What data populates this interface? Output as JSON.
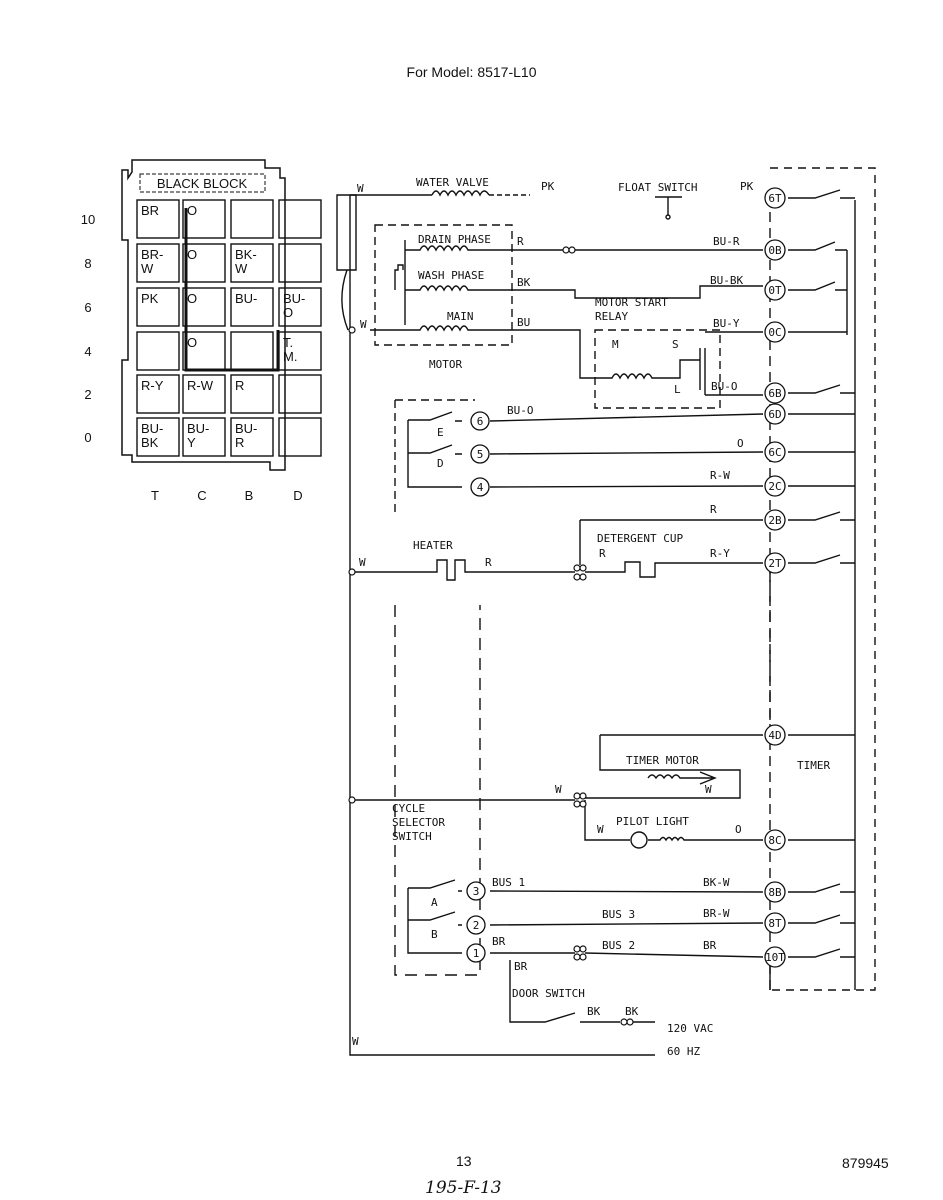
{
  "header": {
    "model_label": "For Model: 8517-L10"
  },
  "footer": {
    "page_number": "13",
    "doc_number": "879945",
    "handwritten": "195-F-13"
  },
  "black_block": {
    "title": "BLACK BLOCK",
    "row_labels": [
      "10",
      "8",
      "6",
      "4",
      "2",
      "0"
    ],
    "col_labels": [
      "T",
      "C",
      "B",
      "D"
    ],
    "cells": [
      [
        "BR",
        "O",
        "",
        ""
      ],
      [
        "BR-\nW",
        "O",
        "BK-\nW",
        ""
      ],
      [
        "PK",
        "O",
        "BU-",
        "BU-\nO"
      ],
      [
        "",
        "O",
        "",
        "T.\nM."
      ],
      [
        "R-Y",
        "R-W",
        "R",
        ""
      ],
      [
        "BU-\nBK",
        "BU-\nY",
        "BU-\nR",
        ""
      ]
    ]
  },
  "components": {
    "water_valve": "WATER VALVE",
    "float_switch": "FLOAT SWITCH",
    "drain_phase": "DRAIN PHASE",
    "wash_phase": "WASH PHASE",
    "main": "MAIN",
    "motor": "MOTOR",
    "motor_start_relay_1": "MOTOR START",
    "motor_start_relay_2": "RELAY",
    "heater": "HEATER",
    "detergent_cup": "DETERGENT CUP",
    "timer_motor": "TIMER MOTOR",
    "timer": "TIMER",
    "pilot_light": "PILOT LIGHT",
    "cycle_selector_1": "CYCLE",
    "cycle_selector_2": "SELECTOR",
    "cycle_selector_3": "SWITCH",
    "bus1": "BUS 1",
    "bus3": "BUS 3",
    "bus2": "BUS 2",
    "door_switch": "DOOR SWITCH",
    "supply_v": "120 VAC",
    "supply_hz": "60 HZ",
    "relay_m": "M",
    "relay_s": "S",
    "relay_l": "L"
  },
  "terminals": {
    "t6T": "6T",
    "t0B": "0B",
    "t0T": "0T",
    "t0C": "0C",
    "t6B": "6B",
    "t6D": "6D",
    "t6C": "6C",
    "t2C": "2C",
    "t2B": "2B",
    "t2T": "2T",
    "t4D": "4D",
    "t8C": "8C",
    "t8B": "8B",
    "t8T": "8T",
    "t10T": "10T",
    "s6": "6",
    "s5": "5",
    "s4": "4",
    "s3": "3",
    "s2": "2",
    "s1": "1"
  },
  "wires": {
    "w_valve": "W",
    "pk_valve": "PK",
    "pk_float": "PK",
    "r_drain": "R",
    "bk_wash": "BK",
    "bu_main": "BU",
    "w_main": "W",
    "bu_r": "BU-R",
    "bu_bk": "BU-BK",
    "bu_y": "BU-Y",
    "bu_o_relay": "BU-O",
    "bu_o_sel": "BU-O",
    "o_6c": "O",
    "rw_2c": "R-W",
    "r_2b": "R",
    "w_heater": "W",
    "r_heater": "R",
    "r_det": "R",
    "ry_det": "R-Y",
    "w_tm1": "W",
    "w_tm2": "W",
    "w_pl": "W",
    "o_pl": "O",
    "bkw_8b": "BK-W",
    "brw_8t": "BR-W",
    "br_10t": "BR",
    "br_sel": "BR",
    "br_door": "BR",
    "bk_door1": "BK",
    "bk_door2": "BK",
    "w_supply": "W",
    "sw_e": "E",
    "sw_d": "D",
    "sw_a": "A",
    "sw_b": "B"
  }
}
